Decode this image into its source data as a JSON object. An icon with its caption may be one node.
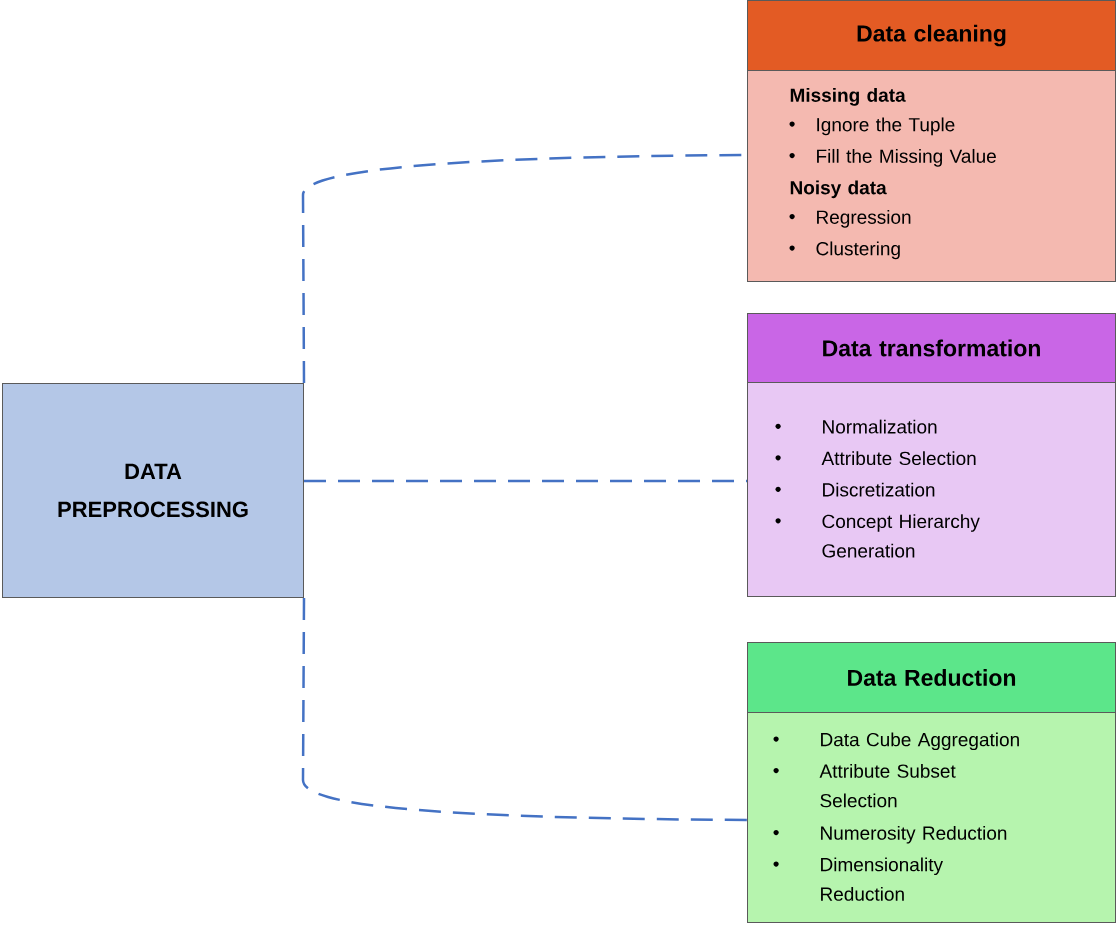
{
  "diagram": {
    "nodes": [
      {
        "text": [
          "DATA PREPROCESSING"
        ]
      },
      {
        "text": [
          "Data cleaning"
        ]
      },
      {
        "text": [
          "Missing data",
          "Ignore the Tuple",
          "Fill the Missing Value",
          "Noisy data",
          "Regression",
          "Clustering"
        ]
      },
      {
        "text": [
          "Data transformation"
        ]
      },
      {
        "text": [
          "Normalization",
          "Attribute Selection",
          "Discretization",
          "Concept Hierarchy Generation"
        ]
      },
      {
        "text": [
          "Data Reduction"
        ]
      },
      {
        "text": [
          "Data Cube Aggregation",
          "Attribute  Subset Selection",
          "Numerosity Reduction",
          "Dimensionality Reduction"
        ]
      }
    ],
    "edges": [
      {
        "from": 0,
        "to": 2,
        "arrow": "none",
        "style": "dashed"
      },
      {
        "from": 0,
        "to": 4,
        "arrow": "none",
        "style": "dashed"
      },
      {
        "from": 0,
        "to": 6,
        "arrow": "none",
        "style": "dashed"
      }
    ]
  }
}
